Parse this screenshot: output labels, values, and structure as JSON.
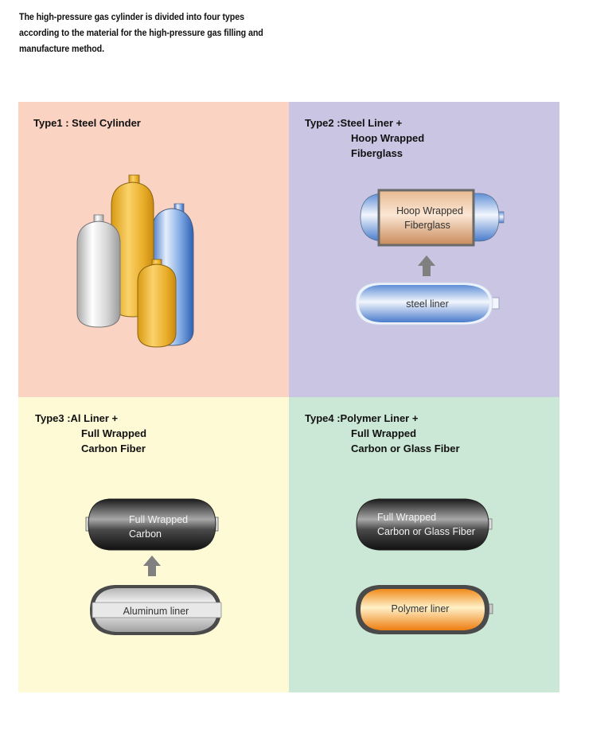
{
  "intro": "The high-pressure gas cylinder is divided into four  types according to the material for the high-pressure gas filling and manufacture method.",
  "panels": {
    "type1": {
      "title": "Type1 : Steel Cylinder"
    },
    "type2": {
      "title_lead": "Type2 :Steel Liner +",
      "title_line2": "Hoop Wrapped",
      "title_line3": "Fiberglass",
      "wrap_label_1": "Hoop Wrapped",
      "wrap_label_2": "Fiberglass",
      "liner_label": "steel liner"
    },
    "type3": {
      "title_lead": "Type3 :Al Liner +",
      "title_line2": "Full Wrapped",
      "title_line3": "Carbon Fiber",
      "wrap_label_1": "Full Wrapped",
      "wrap_label_2": "Carbon",
      "liner_label": "Aluminum liner"
    },
    "type4": {
      "title_lead": "Type4 :Polymer Liner +",
      "title_line2": "Full Wrapped",
      "title_line3": "Carbon or Glass Fiber",
      "wrap_label_1": "Full Wrapped",
      "wrap_label_2": "Carbon or Glass Fiber",
      "liner_label": "Polymer liner"
    }
  },
  "colors": {
    "type1_bg": "#fbd3c3",
    "type2_bg": "#c9c5e3",
    "type3_bg": "#fefad6",
    "type4_bg": "#cbe7d6",
    "arrow": "#808080"
  }
}
